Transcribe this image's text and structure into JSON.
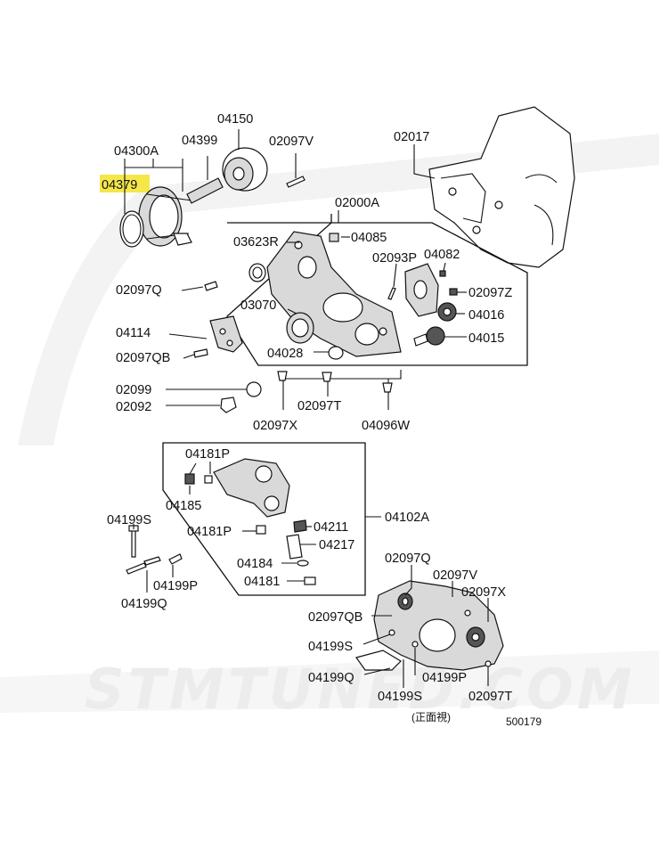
{
  "diagram_id": "500179",
  "view_note": "(正面視)",
  "watermark": "STMTUNED.COM",
  "highlight_color": "#f5e74a",
  "highlighted_part": "04379",
  "labels": {
    "p04300A": "04300A",
    "p04379": "04379",
    "p04399": "04399",
    "p04150": "04150",
    "p02097V": "02097V",
    "p02017": "02017",
    "p02000A": "02000A",
    "p03623R": "03623R",
    "p04085": "04085",
    "p02093P": "02093P",
    "p04082": "04082",
    "p02097Q": "02097Q",
    "p02097Z": "02097Z",
    "p03070": "03070",
    "p04016": "04016",
    "p04114": "04114",
    "p04015": "04015",
    "p02097QB": "02097QB",
    "p04028": "04028",
    "p02099": "02099",
    "p02092": "02092",
    "p02097T": "02097T",
    "p02097X": "02097X",
    "p04096W": "04096W",
    "p04181P_a": "04181P",
    "p04185": "04185",
    "p04102A": "04102A",
    "p04199S_a": "04199S",
    "p04211": "04211",
    "p04181P_b": "04181P",
    "p04217": "04217",
    "p04184": "04184",
    "p04199P_a": "04199P",
    "p04181": "04181",
    "p04199Q_a": "04199Q",
    "p02097Q_b": "02097Q",
    "p02097V_b": "02097V",
    "p02097X_b": "02097X",
    "p02097QB_b": "02097QB",
    "p04199S_b": "04199S",
    "p04199Q_b": "04199Q",
    "p04199P_b": "04199P",
    "p04199S_c": "04199S",
    "p02097T_b": "02097T"
  }
}
